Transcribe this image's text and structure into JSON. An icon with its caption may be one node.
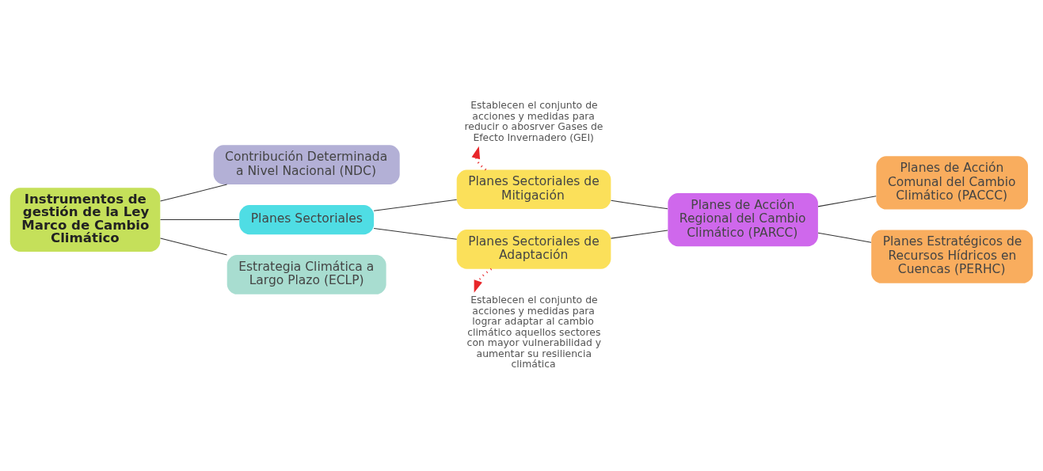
{
  "diagram": {
    "nodes": [
      {
        "text": [
          "Instrumentos de gestión de la Ley Marco de Cambio Climático"
        ]
      },
      {
        "text": [
          "Contribución Determinada a Nivel Nacional (NDC)"
        ]
      },
      {
        "text": [
          "Planes Sectoriales"
        ]
      },
      {
        "text": [
          "Estrategia Climática a Largo Plazo (ECLP)"
        ]
      },
      {
        "text": [
          "Planes Sectoriales de Mitigación"
        ]
      },
      {
        "text": [
          "Planes Sectoriales de Adaptación"
        ]
      },
      {
        "text": [
          "Establecen el conjunto de acciones y medidas para reducir o abosrver Gases de Efecto Invernadero (GEI)"
        ]
      },
      {
        "text": [
          "Establecen el conjunto de acciones y medidas para lograr adaptar al cambio climático aquellos sectores con mayor vulnerabilidad y aumentar su resiliencia climática"
        ]
      },
      {
        "text": [
          "Planes de Acción Regional del Cambio Climático (PARCC)"
        ]
      },
      {
        "text": [
          "Planes de Acción Comunal del Cambio Climático (PACCC)"
        ]
      },
      {
        "text": [
          "Planes Estratégicos de Recursos Hídricos en Cuencas (PERHC)"
        ]
      }
    ],
    "edges": [
      {
        "from": 0,
        "to": 1,
        "arrow": "none"
      },
      {
        "from": 0,
        "to": 2,
        "arrow": "none"
      },
      {
        "from": 0,
        "to": 3,
        "arrow": "none"
      },
      {
        "from": 2,
        "to": 4,
        "arrow": "none"
      },
      {
        "from": 2,
        "to": 5,
        "arrow": "none"
      },
      {
        "from": 4,
        "to": 6,
        "arrow": "to",
        "style": "dashed",
        "color": "#e8262a"
      },
      {
        "from": 5,
        "to": 7,
        "arrow": "to",
        "style": "dashed",
        "color": "#e8262a"
      },
      {
        "from": 4,
        "to": 8,
        "arrow": "none"
      },
      {
        "from": 5,
        "to": 8,
        "arrow": "none"
      },
      {
        "from": 8,
        "to": 9,
        "arrow": "none"
      },
      {
        "from": 8,
        "to": 10,
        "arrow": "none"
      }
    ]
  }
}
